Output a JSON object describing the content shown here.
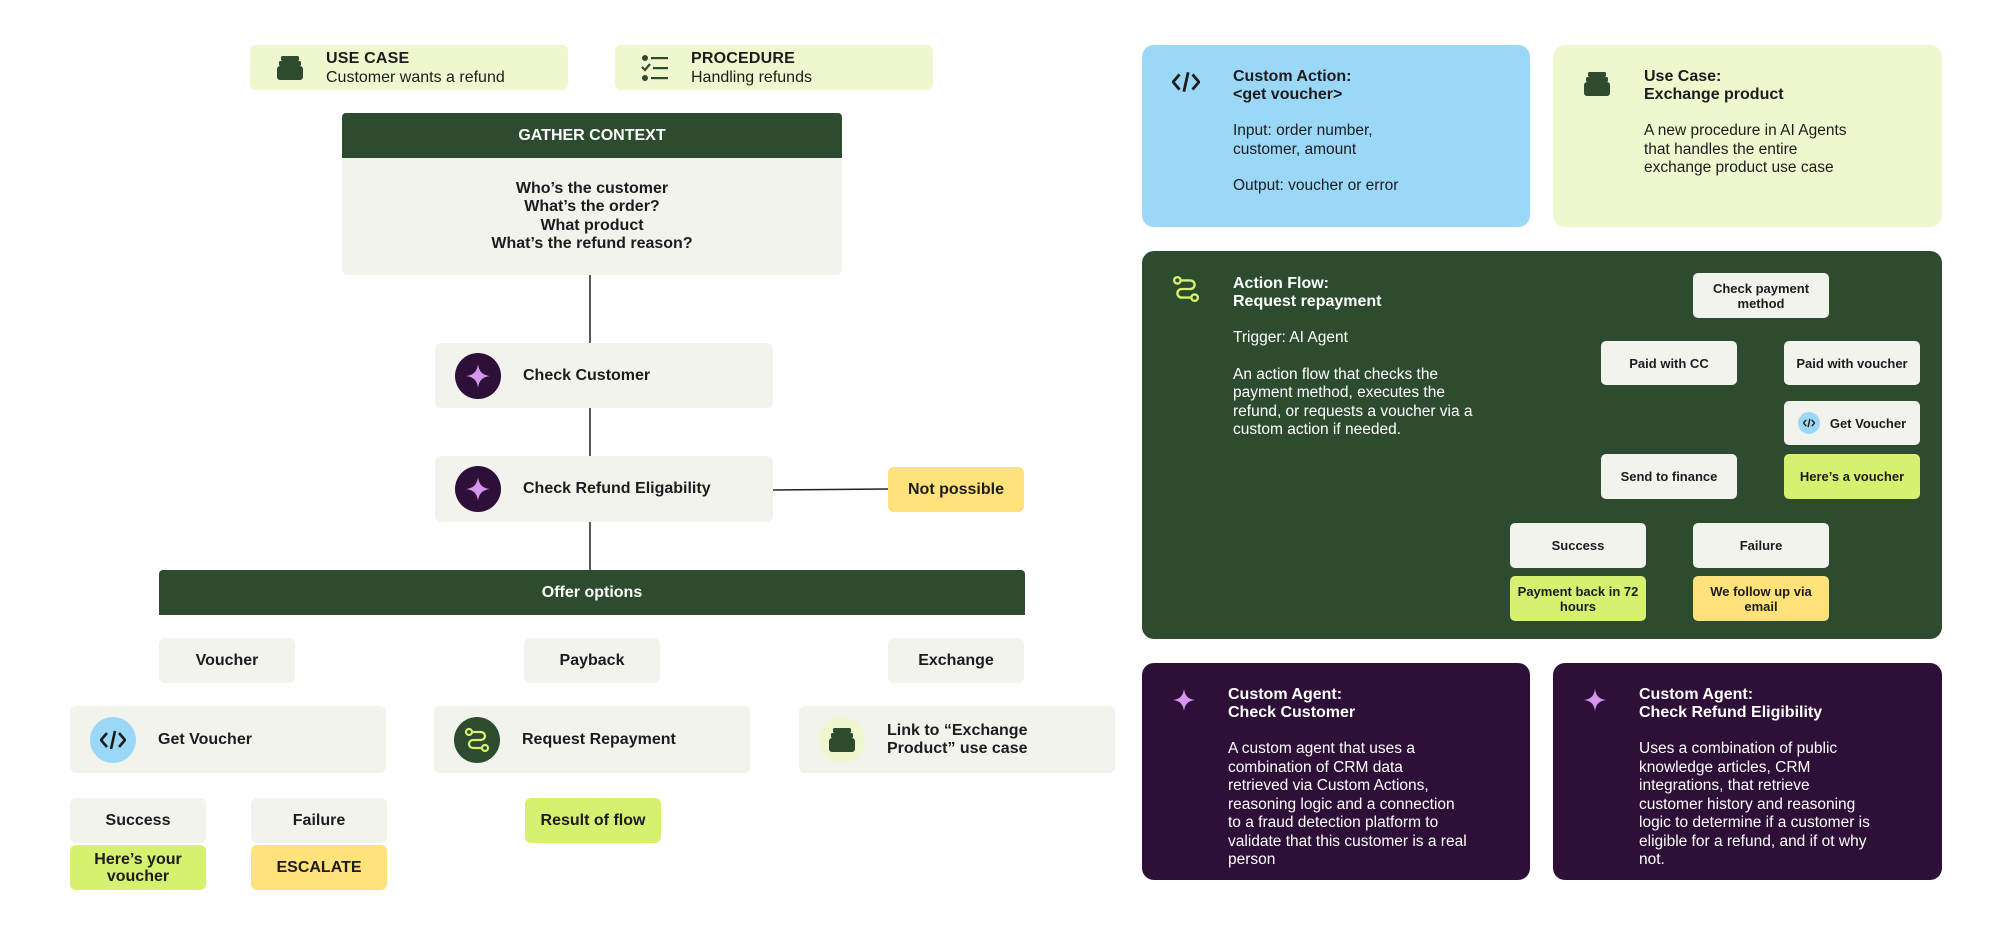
{
  "flow": {
    "use_case_tag": {
      "label": "USE CASE",
      "value": "Customer wants a refund",
      "icon": "stack-icon"
    },
    "procedure_tag": {
      "label": "PROCEDURE",
      "value": "Handling refunds",
      "icon": "checklist-icon"
    },
    "gather_context": {
      "title": "GATHER CONTEXT",
      "lines": [
        "Who’s the customer",
        "What’s the order?",
        "What product",
        "What’s the refund reason?"
      ]
    },
    "check_customer": {
      "label": "Check Customer",
      "icon": "sparkle-icon"
    },
    "check_refund": {
      "label": "Check Refund Eligability",
      "icon": "sparkle-icon"
    },
    "not_possible": "Not possible",
    "offer_options": "Offer options",
    "options": {
      "voucher": "Voucher",
      "payback": "Payback",
      "exchange": "Exchange"
    },
    "get_voucher": {
      "label": "Get Voucher",
      "icon": "code-icon"
    },
    "request_repayment": {
      "label": "Request Repayment",
      "icon": "flow-icon"
    },
    "link_exchange": {
      "label_line1": "Link to “Exchange",
      "label_line2": "Product” use case",
      "icon": "stack-icon"
    },
    "success": "Success",
    "failure": "Failure",
    "voucher_result_line1": "Here’s your",
    "voucher_result_line2": "voucher",
    "escalate": "ESCALATE",
    "result_of_flow": "Result of flow"
  },
  "cards": {
    "custom_action": {
      "title1": "Custom Action:",
      "title2": "<get voucher>",
      "input_line1": "Input: order number,",
      "input_line2": "customer, amount",
      "output": "Output: voucher or error",
      "icon": "code-icon"
    },
    "use_case": {
      "title1": "Use Case:",
      "title2": "Exchange product",
      "body": [
        "A new procedure in AI Agents",
        "that handles the entire",
        "exchange product use case"
      ],
      "icon": "stack-icon"
    },
    "action_flow": {
      "title1": "Action Flow:",
      "title2": "Request repayment",
      "trigger": "Trigger: AI Agent",
      "body": [
        "An action flow that checks the",
        "payment method, executes the",
        "refund, or requests a voucher via a",
        "custom action if needed."
      ],
      "icon": "flow-icon",
      "nodes": {
        "check_payment_line1": "Check payment",
        "check_payment_line2": "method",
        "paid_cc": "Paid with CC",
        "paid_voucher": "Paid with voucher",
        "get_voucher": "Get Voucher",
        "send_finance": "Send to finance",
        "heres_voucher": "Here’s a voucher",
        "success": "Success",
        "failure": "Failure",
        "payment_back_line1": "Payment back in 72",
        "payment_back_line2": "hours",
        "follow_up_line1": "We follow up via",
        "follow_up_line2": "email"
      }
    },
    "agent_customer": {
      "title1": "Custom Agent:",
      "title2": "Check Customer",
      "body": [
        "A custom agent that uses a",
        "combination of CRM data",
        "retrieved via Custom Actions,",
        "reasoning logic and a connection",
        "to a fraud detection platform to",
        "validate that this customer is a real",
        "person"
      ],
      "icon": "sparkle-icon"
    },
    "agent_refund": {
      "title1": "Custom Agent:",
      "title2": "Check Refund Eligibility",
      "body": [
        "Uses a combination of public",
        "knowledge articles, CRM",
        "integrations, that retrieve",
        "customer history and reasoning",
        "logic to determine if a customer is",
        "eligible for a refund, and if ot why",
        "not."
      ],
      "icon": "sparkle-icon"
    }
  },
  "colors": {
    "dark_green": "#2d4b2e",
    "blue": "#9bd8f8",
    "pale_lime": "#eff7cf",
    "lime": "#d6f070",
    "yellow": "#ffe37a",
    "purple": "#2e0f37",
    "light_gray": "#f3f3ee"
  }
}
